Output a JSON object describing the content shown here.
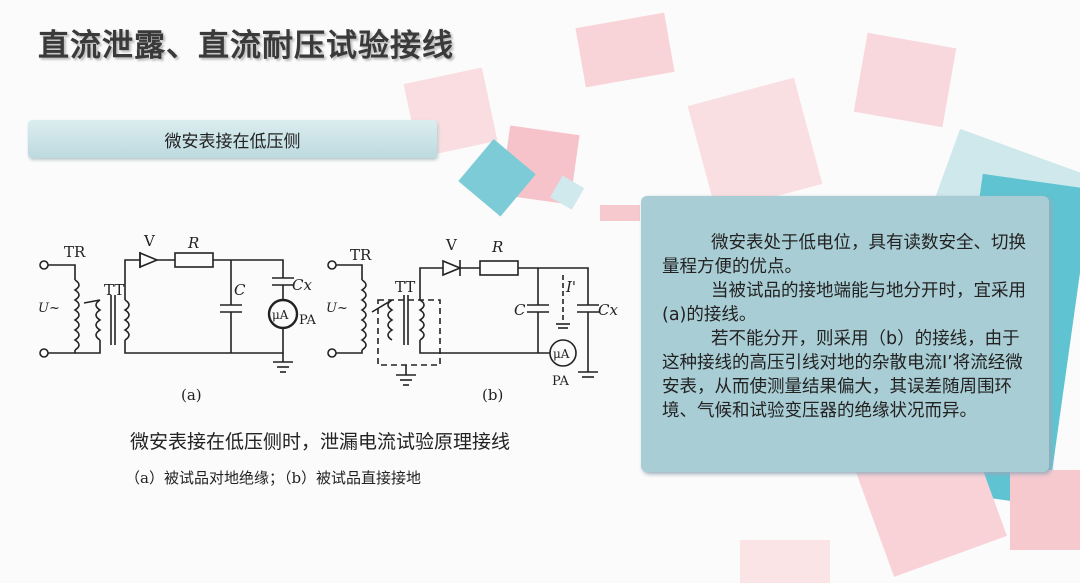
{
  "slide": {
    "title": "直流泄露、直流耐压试验接线",
    "section_label": "微安表接在低压侧",
    "diagram": {
      "a": {
        "labels": [
          "TR",
          "TT",
          "V",
          "R",
          "C",
          "Cx",
          "μA",
          "PA",
          "U~"
        ],
        "caption": "(a)"
      },
      "b": {
        "labels": [
          "TR",
          "TT",
          "V",
          "R",
          "C",
          "Cx",
          "I'",
          "μA",
          "PA",
          "U~"
        ],
        "caption": "(b)"
      }
    },
    "figure_caption": "微安表接在低压侧时，泄漏电流试验原理接线",
    "figure_subcaption": "（a）被试品对地绝缘；（b）被试品直接接地",
    "note_paragraphs": [
      "微安表处于低电位，具有读数安全、切换量程方便的优点。",
      "当被试品的接地端能与地分开时，宜采用(a)的接线。",
      "若不能分开，则采用（b）的接线，由于这种接线的高压引线对地的杂散电流I’将流经微安表，从而使测量结果偏大，其误差随周围环境、气候和试验变压器的绝缘状况而异。"
    ],
    "colors": {
      "pink": "#f6c9cf",
      "teal": "#5fc3d1",
      "note_bg": "#a9cdd4"
    }
  }
}
